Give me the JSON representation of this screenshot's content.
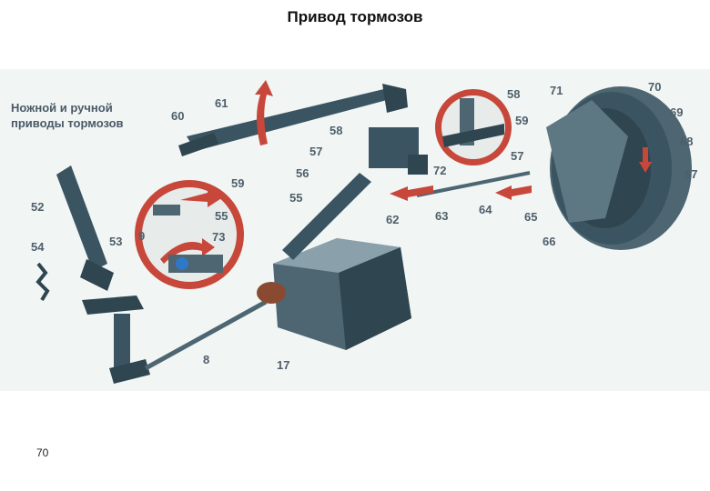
{
  "title": "Привод тормозов",
  "subtitle_line1": "Ножной и ручной",
  "subtitle_line2": "приводы тормозов",
  "page_number": "70",
  "colors": {
    "metal_dark": "#2f4550",
    "metal_mid": "#4d6672",
    "metal_light": "#8aa1ab",
    "accent_red": "#c7473a",
    "panel_bg": "#f1f5f4",
    "label": "#4f5f6a"
  },
  "labels": {
    "l60": "60",
    "l61": "61",
    "l59": "59",
    "l58a": "58",
    "l57a": "57",
    "l56": "56",
    "l72": "72",
    "l58b": "58",
    "l59b": "59",
    "l57b": "57",
    "l71": "71",
    "l70": "70",
    "l69": "69",
    "l68": "68",
    "l67": "67",
    "l52": "52",
    "l54": "54",
    "l53": "53",
    "l55a": "55",
    "l62": "62",
    "l63": "63",
    "l64": "64",
    "l65": "65",
    "l66": "66",
    "l55b": "55",
    "l9": "9",
    "l73": "73",
    "l8": "8",
    "l17": "17"
  }
}
